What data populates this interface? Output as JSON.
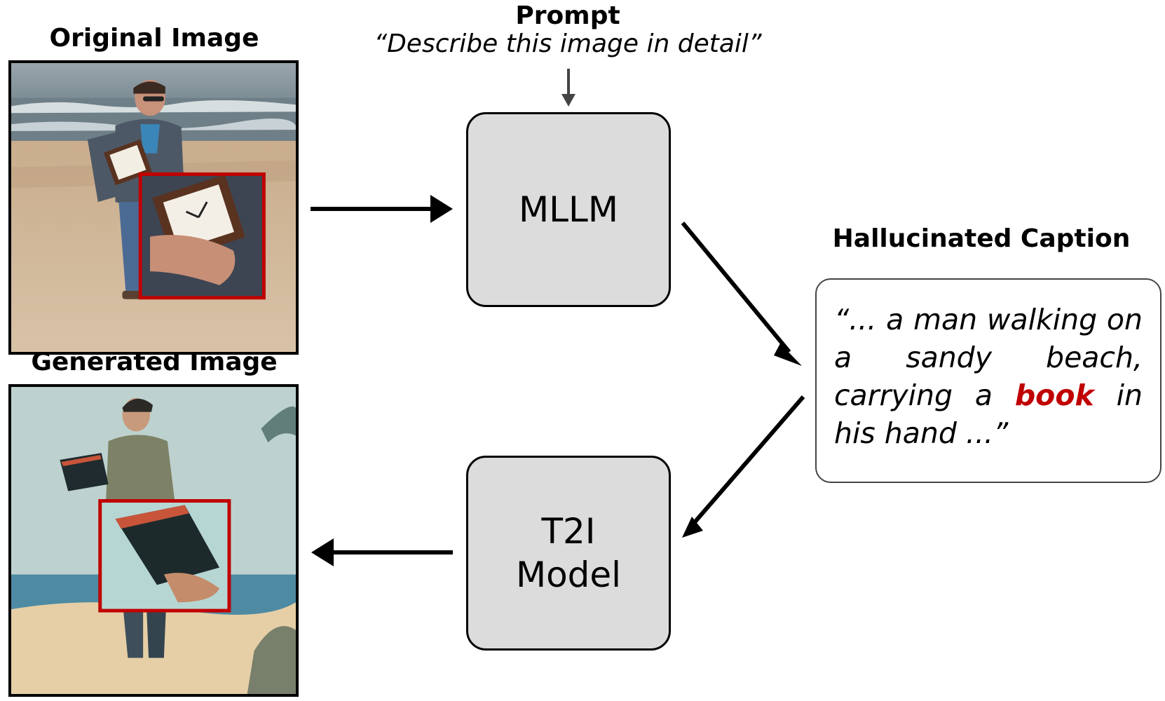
{
  "original_image": {
    "title": "Original Image",
    "depiction": "photo-man-on-beach-holding-clock"
  },
  "generated_image": {
    "title": "Generated Image",
    "depiction": "illustration-man-on-beach-holding-book"
  },
  "prompt": {
    "title": "Prompt",
    "text": "“Describe this image in detail”"
  },
  "mllm_node": {
    "label": "MLLM"
  },
  "t2i_node": {
    "line1": "T2I",
    "line2": "Model"
  },
  "caption": {
    "title": "Hallucinated Caption",
    "before": "“... a man walking on a sandy beach, carrying a ",
    "highlight": "book",
    "after": " in his hand ...”"
  },
  "colors": {
    "highlight_box": "#c00000",
    "node_fill": "#dcdcdc",
    "hallucinated_word": "#c00000"
  }
}
